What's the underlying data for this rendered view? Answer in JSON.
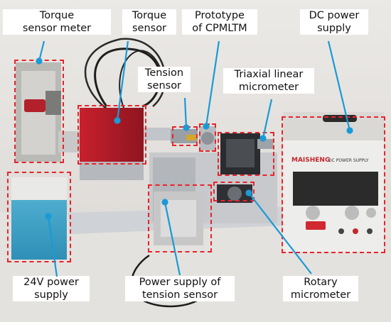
{
  "labels": {
    "torque_meter": [
      "Torque",
      "sensor meter"
    ],
    "torque_sensor": [
      "Torque",
      "sensor"
    ],
    "prototype": [
      "Prototype",
      "of CPMLTM"
    ],
    "dc_supply": [
      "DC power",
      "supply"
    ],
    "tension_sensor": [
      "Tension",
      "sensor"
    ],
    "triaxial": [
      "Triaxial linear",
      "micrometer"
    ],
    "power_24v": [
      "24V power",
      "supply"
    ],
    "tension_supply": [
      "Power supply of",
      "tension sensor"
    ],
    "rotary": [
      "Rotary",
      "micrometer"
    ]
  },
  "device_text": {
    "psu_brand": "MAISHENG",
    "psu_model": "DC POWER SUPPLY"
  },
  "colors": {
    "highlight": "#e8242a",
    "leader_line": "#1a9ad6",
    "label_bg": "#ffffff"
  }
}
